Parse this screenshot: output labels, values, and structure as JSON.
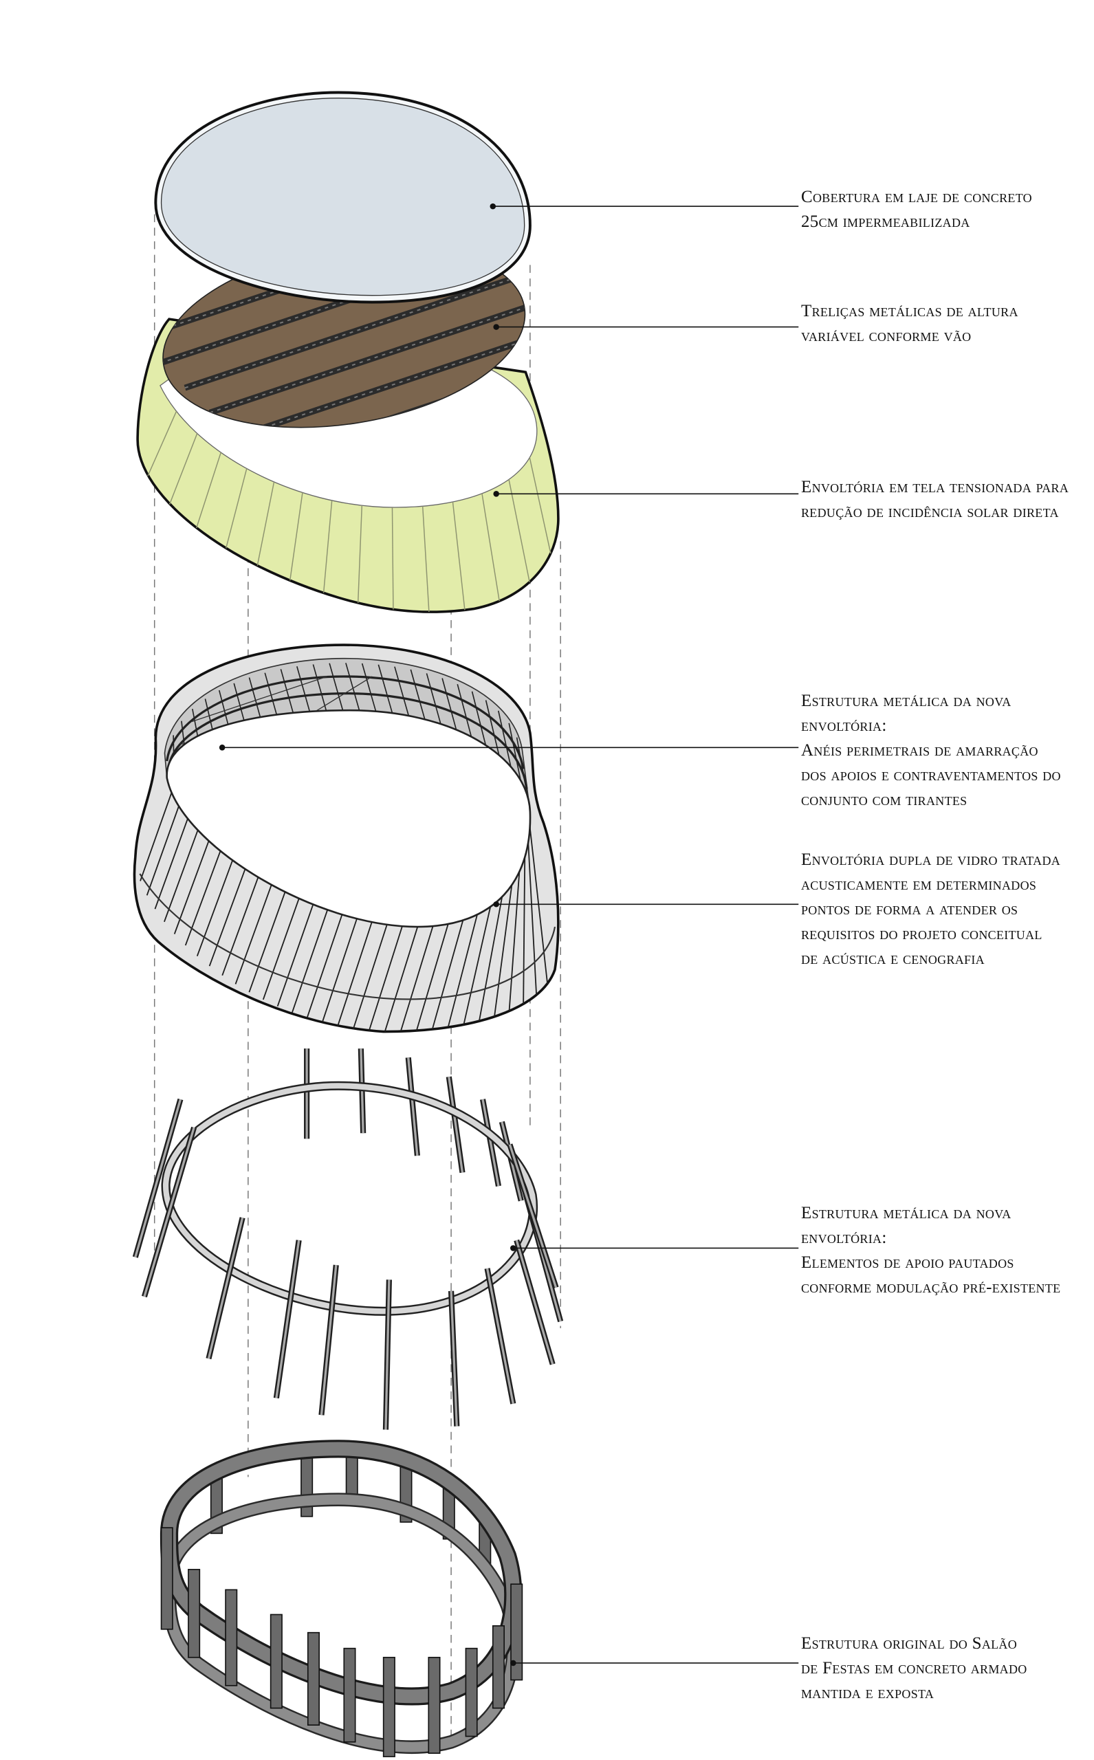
{
  "diagram": {
    "labels": [
      {
        "lines": [
          "Cobertura em laje de concreto",
          "25cm impermeabilizada"
        ]
      },
      {
        "lines": [
          "Treliças metálicas de altura",
          "variável conforme vão"
        ]
      },
      {
        "lines": [
          "Envoltória em tela tensionada para",
          "redução de incidência solar direta"
        ]
      },
      {
        "lines": [
          "Estrutura metálica da nova",
          "envoltória:",
          "Anéis perimetrais de amarração",
          "dos apoios e contraventamentos do",
          "conjunto com tirantes"
        ]
      },
      {
        "lines": [
          "Envoltória dupla de vidro tratada",
          "acusticamente em determinados",
          "pontos de forma a atender os",
          "requisitos do projeto conceitual",
          "de acústica e cenografia"
        ]
      },
      {
        "lines": [
          "Estrutura metálica da nova",
          "envoltória:",
          "Elementos de apoio pautados",
          "conforme modulação pré-existente"
        ]
      },
      {
        "lines": [
          "Estrutura original do Salão",
          "de Festas em concreto armado",
          "mantida e exposta"
        ]
      }
    ],
    "colors": {
      "roof": "#d8e0e7",
      "truss_deck": "#7b654e",
      "tensile_screen": "#e2ecaa",
      "glass": "#e3e3e3",
      "steel": "#8a8a8a",
      "concrete": "#7a7a7a"
    }
  }
}
